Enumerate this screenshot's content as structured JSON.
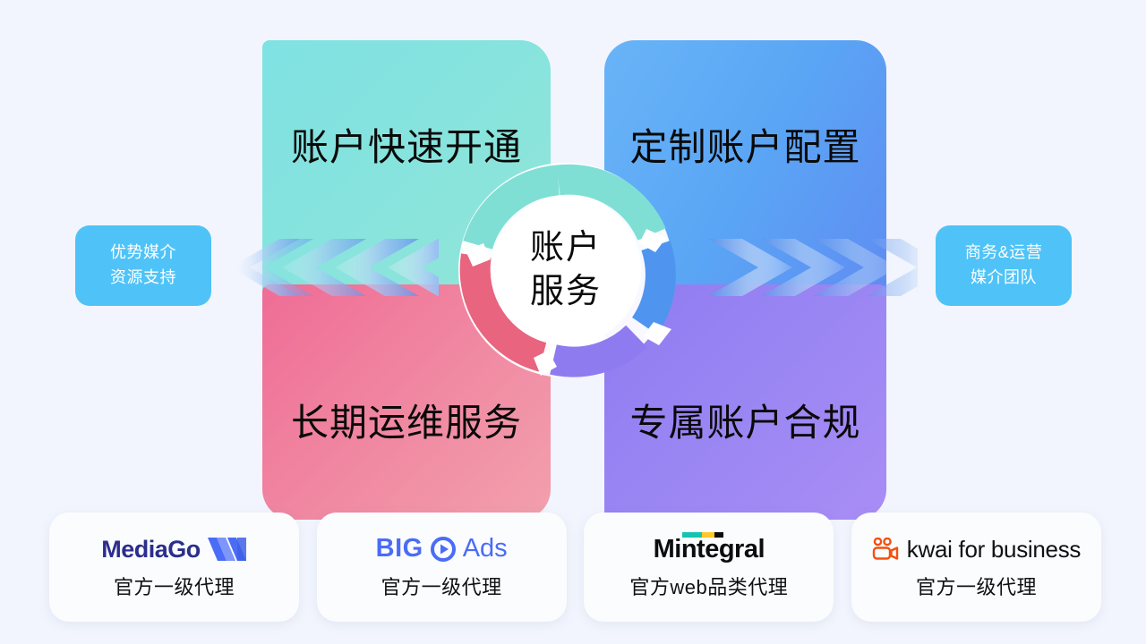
{
  "background_color": "#f2f5fd",
  "center": {
    "label_line1": "账户",
    "label_line2": "服务",
    "ring_colors": {
      "top_left": "#7fdfd5",
      "top_right": "#4f95f0",
      "bottom_right": "#8f7bf0",
      "bottom_left": "#e8647f"
    }
  },
  "quadrants": [
    {
      "id": "top-left",
      "label": "账户快速开通",
      "color_from": "#7fe2e2",
      "color_to": "#92e6d7"
    },
    {
      "id": "top-right",
      "label": "定制账户配置",
      "color_from": "#69b4f7",
      "color_to": "#5f8cf2"
    },
    {
      "id": "bottom-left",
      "label": "长期运维服务",
      "color_from": "#ef6c96",
      "color_to": "#f2a0ad"
    },
    {
      "id": "bottom-right",
      "label": "专属账户合规",
      "color_from": "#8f7bf0",
      "color_to": "#a98df5"
    }
  ],
  "badges": {
    "left": {
      "line1": "优势媒介",
      "line2": "资源支持",
      "color": "#4fc3f7"
    },
    "right": {
      "line1": "商务&运营",
      "line2": "媒介团队",
      "color": "#4fc3f7"
    }
  },
  "arrows": {
    "left_direction": "left",
    "right_direction": "right",
    "count_each_side": 4,
    "color": "#6f9ef0"
  },
  "partners": [
    {
      "name": "MediaGo",
      "logo_text": "MediaGo",
      "logo_mark": "mediago-chevron-mark",
      "logo_color": "#2b2e8c",
      "mark_color": "#4a6cf7",
      "caption": "官方一级代理"
    },
    {
      "name": "BIGO Ads",
      "logo_text_primary": "BIG",
      "logo_text_secondary": "Ads",
      "logo_mark": "play-circle-icon",
      "logo_color": "#4a6cf7",
      "caption": "官方一级代理"
    },
    {
      "name": "Mintegral",
      "logo_text": "Mintegral",
      "logo_color": "#0d0d0d",
      "bar_colors": [
        "#14c4b0",
        "#ffc728",
        "#0d0d0d"
      ],
      "caption": "官方web品类代理"
    },
    {
      "name": "kwai for business",
      "logo_text": "kwai for business",
      "logo_mark": "kwai-camera-icon",
      "logo_color": "#111111",
      "mark_color": "#f4500f",
      "caption": "官方一级代理"
    }
  ]
}
